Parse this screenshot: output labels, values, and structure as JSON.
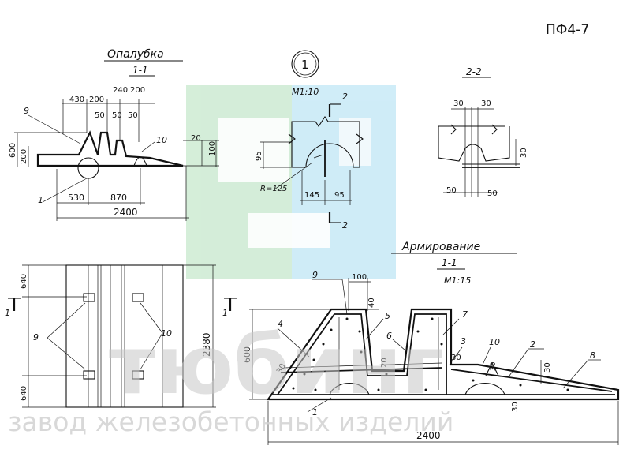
{
  "sheet": {
    "code": "ПФ4-7"
  },
  "views": {
    "formwork": {
      "title": "Опалубка",
      "section": "1-1"
    },
    "detail": {
      "marker": "1",
      "scale": "М1:10",
      "cut": "2"
    },
    "section2": {
      "title": "2-2"
    },
    "reinforcement": {
      "title": "Армирование",
      "section": "1-1",
      "scale": "М1:15"
    },
    "plan_cut": "1"
  },
  "dimensions": {
    "formwork_top": [
      "430",
      "200",
      "240",
      "200",
      "50",
      "50",
      "50"
    ],
    "formwork_side": [
      "600",
      "200",
      "20",
      "100"
    ],
    "formwork_bottom": [
      "530",
      "870",
      "2400"
    ],
    "formwork_callouts": [
      "9",
      "10",
      "1"
    ],
    "detail": [
      "95",
      "R=125",
      "145",
      "95"
    ],
    "section2": [
      "30",
      "30",
      "30",
      "50",
      "50"
    ],
    "plan": [
      "640",
      "640",
      "2380"
    ],
    "plan_callouts": [
      "9",
      "10"
    ],
    "reinforcement": [
      "100",
      "40",
      "600",
      "30",
      "20",
      "30",
      "30",
      "30",
      "2400"
    ],
    "reinforcement_callouts": [
      "9",
      "5",
      "7",
      "4",
      "6",
      "3",
      "10",
      "2",
      "8",
      "1"
    ]
  },
  "watermark": {
    "brand": "тюбинг",
    "tagline": "завод железобетонных изделий",
    "colors": {
      "green": "#7cc98a",
      "blue": "#6ec6e8"
    }
  }
}
